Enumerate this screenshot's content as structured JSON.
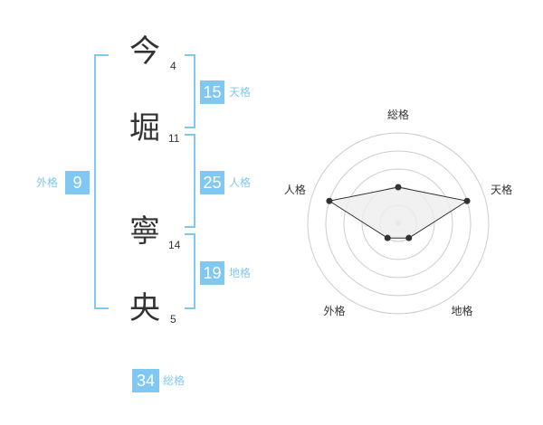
{
  "name_chars": [
    {
      "char": "今",
      "strokes": "4"
    },
    {
      "char": "堀",
      "strokes": "11"
    },
    {
      "char": "寧",
      "strokes": "14"
    },
    {
      "char": "央",
      "strokes": "5"
    }
  ],
  "fortunes": {
    "tenkaku": {
      "value": "15",
      "label": "天格"
    },
    "jinkaku": {
      "value": "25",
      "label": "人格"
    },
    "chikaku": {
      "value": "19",
      "label": "地格"
    },
    "gaikaku": {
      "value": "9",
      "label": "外格"
    },
    "soukaku": {
      "value": "34",
      "label": "総格"
    }
  },
  "colors": {
    "accent": "#80c8f2",
    "text": "#333333",
    "radar_fill": "#eeeeee",
    "radar_stroke": "#333333"
  },
  "chart_data": {
    "type": "radar",
    "axes": [
      "総格",
      "天格",
      "地格",
      "外格",
      "人格"
    ],
    "values": [
      2,
      4,
      1,
      1,
      4
    ],
    "max": 5,
    "rings": 5
  }
}
